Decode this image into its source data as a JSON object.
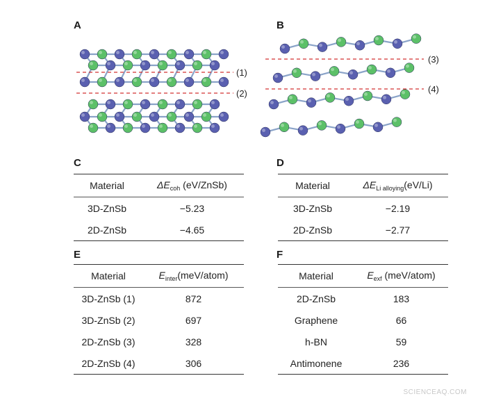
{
  "panels": {
    "a": "A",
    "b": "B",
    "c": "C",
    "d": "D",
    "e": "E",
    "f": "F"
  },
  "structure_a": {
    "cleave_labels": [
      "(1)",
      "(2)"
    ],
    "colors": {
      "zn": "#5a60b0",
      "sb": "#5cc068",
      "cut_line": "#d23030"
    }
  },
  "structure_b": {
    "cleave_labels": [
      "(3)",
      "(4)"
    ]
  },
  "table_c": {
    "col1": "Material",
    "col2_symbol": "ΔE",
    "col2_sub": "coh",
    "col2_unit": " (eV/ZnSb)",
    "rows": [
      {
        "material": "3D-ZnSb",
        "value": "−5.23"
      },
      {
        "material": "2D-ZnSb",
        "value": "−4.65"
      }
    ]
  },
  "table_d": {
    "col1": "Material",
    "col2_symbol": "ΔE",
    "col2_sub": "Li alloying",
    "col2_unit": "(eV/Li)",
    "rows": [
      {
        "material": "3D-ZnSb",
        "value": "−2.19"
      },
      {
        "material": "2D-ZnSb",
        "value": "−2.77"
      }
    ]
  },
  "table_e": {
    "col1": "Material",
    "col2_symbol": "E",
    "col2_sub": "inter",
    "col2_unit": "(meV/atom)",
    "rows": [
      {
        "material": "3D-ZnSb (1)",
        "value": "872"
      },
      {
        "material": "3D-ZnSb (2)",
        "value": "697"
      },
      {
        "material": "2D-ZnSb (3)",
        "value": "328"
      },
      {
        "material": "2D-ZnSb (4)",
        "value": "306"
      }
    ]
  },
  "table_f": {
    "col1": "Material",
    "col2_symbol": "E",
    "col2_sub": "exf",
    "col2_unit": " (meV/atom)",
    "rows": [
      {
        "material": "2D-ZnSb",
        "value": "183"
      },
      {
        "material": "Graphene",
        "value": "66"
      },
      {
        "material": "h-BN",
        "value": "59"
      },
      {
        "material": "Antimonene",
        "value": "236"
      }
    ]
  },
  "watermark": "SCIENCEAQ.COM"
}
